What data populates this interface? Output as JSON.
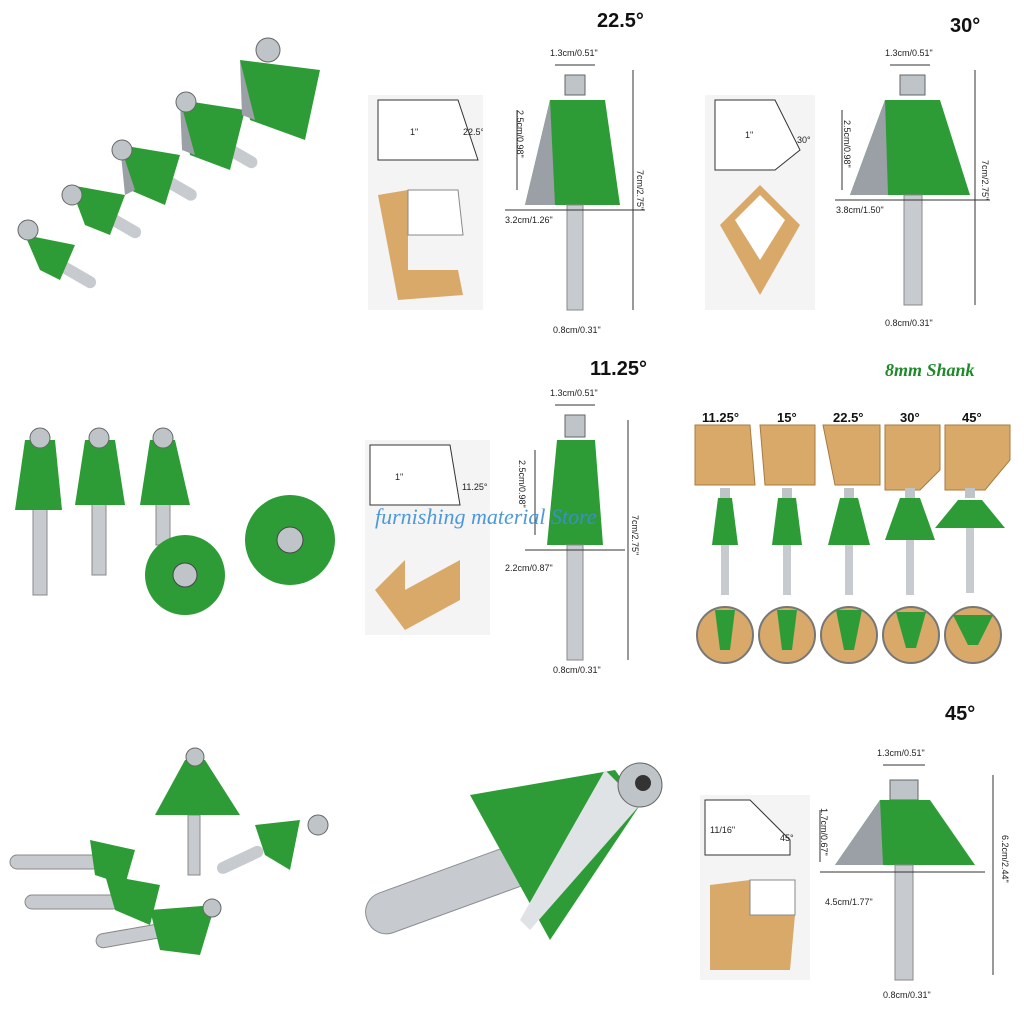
{
  "panels": {
    "p22": {
      "title": "22.5°",
      "bearing_dim": "1.3cm/0.51\"",
      "height_dim": "2.5cm/0.98\"",
      "total_dim": "7cm/2.75\"",
      "dia_dim": "3.2cm/1.26\"",
      "shank_dim": "0.8cm/0.31\"",
      "profile_height": "1\"",
      "profile_angle": "22.5°"
    },
    "p30": {
      "title": "30°",
      "bearing_dim": "1.3cm/0.51\"",
      "height_dim": "2.5cm/0.98\"",
      "total_dim": "7cm/2.75\"",
      "dia_dim": "3.8cm/1.50\"",
      "shank_dim": "0.8cm/0.31\"",
      "profile_height": "1\"",
      "profile_angle": "30°"
    },
    "p11": {
      "title": "11.25°",
      "bearing_dim": "1.3cm/0.51\"",
      "height_dim": "2.5cm/0.98\"",
      "total_dim": "7cm/2.75\"",
      "dia_dim": "2.2cm/0.87\"",
      "shank_dim": "0.8cm/0.31\"",
      "profile_height": "1\"",
      "profile_angle": "11.25°"
    },
    "p45": {
      "title": "45°",
      "bearing_dim": "1.3cm/0.51\"",
      "height_dim": "1.7cm/0.67\"",
      "total_dim": "6.2cm/2.44\"",
      "dia_dim": "4.5cm/1.77\"",
      "shank_dim": "0.8cm/0.31\"",
      "profile_height": "11/16\"",
      "profile_angle": "45°"
    }
  },
  "shank_panel": {
    "title": "8mm Shank",
    "labels": [
      "11.25°",
      "15°",
      "22.5°",
      "30°",
      "45°"
    ]
  },
  "watermark": "furnishing material Store",
  "colors": {
    "bit_green": "#2e9c36",
    "bit_green_dark": "#1f7a26",
    "steel": "#b9bec3",
    "wood": "#d9a96a"
  }
}
